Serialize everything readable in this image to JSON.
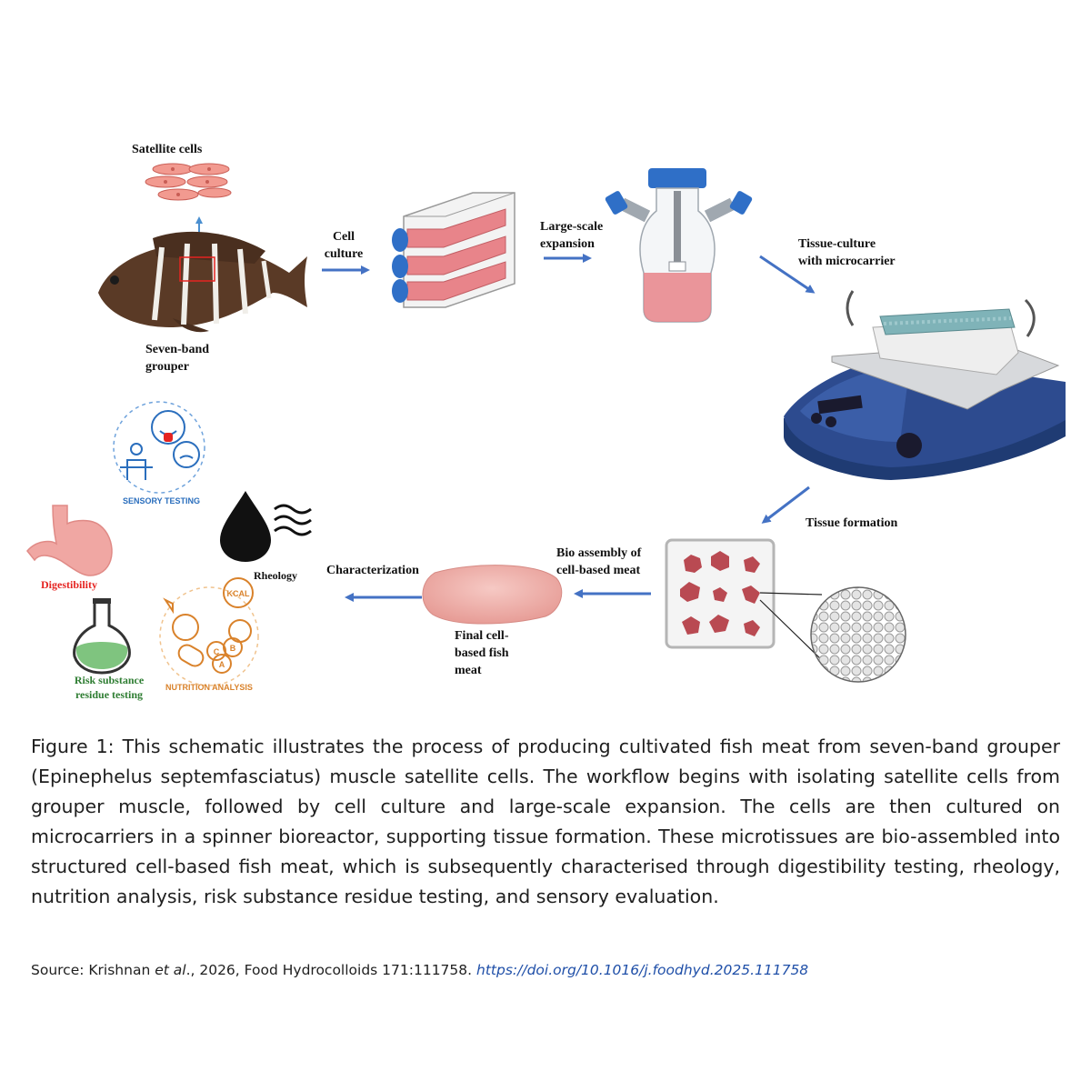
{
  "diagram": {
    "labels": {
      "satellite_cells": "Satellite cells",
      "grouper_line1": "Seven-band",
      "grouper_line2": "grouper",
      "cell_culture_line1": "Cell",
      "cell_culture_line2": "culture",
      "large_scale_line1": "Large-scale",
      "large_scale_line2": "expansion",
      "tissue_culture_line1": "Tissue-culture",
      "tissue_culture_line2": "with microcarrier",
      "tissue_formation": "Tissue formation",
      "bio_assembly_line1": "Bio assembly of",
      "bio_assembly_line2": "cell-based meat",
      "final_line1": "Final cell-",
      "final_line2": "based fish",
      "final_line3": "meat",
      "characterization": "Characterization",
      "rheology": "Rheology",
      "digestibility": "Digestibility",
      "risk_line1": "Risk substance",
      "risk_line2": "residue testing",
      "sensory_testing": "SENSORY TESTING",
      "nutrition_analysis": "NUTRITION ANALYSIS",
      "kcal": "KCAL",
      "vit_a": "A",
      "vit_b": "B",
      "vit_c": "C"
    },
    "colors": {
      "arrow": "#4472c4",
      "flask_liquid": "#e8848a",
      "digestibility": "#e52421",
      "risk": "#2e7d32",
      "sensory": "#2a6ebd",
      "nutrition": "#d9822b",
      "machine": "#2d4b8f"
    }
  },
  "caption": {
    "text": "Figure 1: This schematic illustrates the process of producing cultivated fish meat from seven-band grouper (Epinephelus septemfasciatus) muscle satellite cells. The workflow begins with isolating satellite cells from grouper muscle, followed by cell culture and large-scale expansion. The cells are then cultured on microcarriers in a spinner bioreactor, supporting tissue formation. These microtissues are bio-assembled into structured cell-based fish meat, which is subsequently characterised through digestibility testing, rheology, nutrition analysis, risk substance residue testing, and sensory evaluation."
  },
  "source": {
    "prefix": "Source: Krishnan ",
    "etal": "et al",
    "middle": "., 2026, Food Hydrocolloids 171:111758. ",
    "doi": "https://doi.org/10.1016/j.foodhyd.2025.111758"
  }
}
